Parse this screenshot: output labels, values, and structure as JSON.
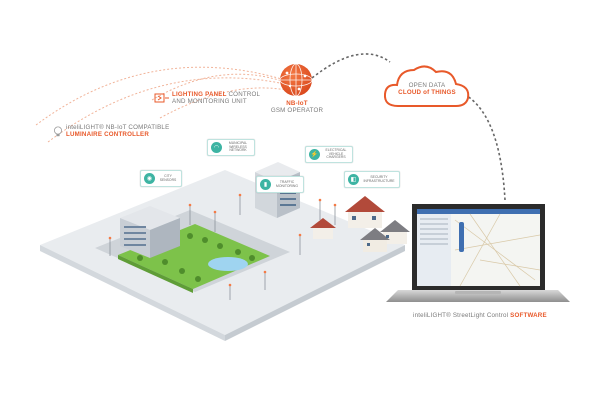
{
  "labels": {
    "luminaire_line1": "inteliLIGHT® NB-IoT COMPATIBLE",
    "luminaire_line2": "LUMINAIRE CONTROLLER",
    "panel_line1_bold": "LIGHTING PANEL",
    "panel_line1_rest": " CONTROL",
    "panel_line2": "AND MONITORING UNIT",
    "nbiot_title": "NB-IoT",
    "nbiot_sub": "GSM OPERATOR",
    "cloud_line1": "OPEN DATA",
    "cloud_line2": "CLOUD of THINGS",
    "software_prefix": "inteliLIGHT® StreetLight Control ",
    "software_bold": "SOFTWARE"
  },
  "callouts": {
    "city_sensors": "CITY SENSORS",
    "wireless": "MUNICIPAL WIRELESS NETWORK",
    "traffic": "TRAFFIC MONITORING",
    "ev": "ELECTRICAL VEHICLE CHARGERS",
    "security": "SECURITY INFRASTRUCTURE"
  },
  "colors": {
    "accent": "#e8592a",
    "teal": "#3db4a3",
    "text_gray": "#7a7a7a",
    "ground": "#e9ecef",
    "park": "#7dc24a",
    "laptop_dark": "#2b2b2b"
  },
  "icons": [
    "globe-network-icon",
    "cloud-icon",
    "light-bulb-icon",
    "lighting-panel-icon",
    "wifi-icon",
    "traffic-light-icon",
    "ev-charger-icon",
    "camera-icon",
    "sensor-icon"
  ]
}
